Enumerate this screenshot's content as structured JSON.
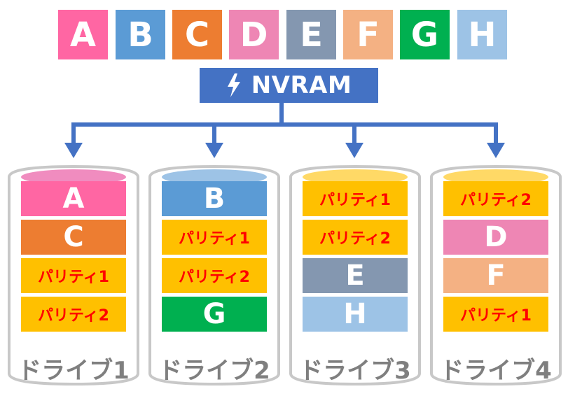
{
  "top_blocks": [
    {
      "label": "A",
      "color": "#ff66a3"
    },
    {
      "label": "B",
      "color": "#5b9bd5"
    },
    {
      "label": "C",
      "color": "#ed7d31"
    },
    {
      "label": "D",
      "color": "#ee86b4"
    },
    {
      "label": "E",
      "color": "#8497b0"
    },
    {
      "label": "F",
      "color": "#f4b183"
    },
    {
      "label": "G",
      "color": "#00b050"
    },
    {
      "label": "H",
      "color": "#9dc3e6"
    }
  ],
  "nvram": {
    "label": "NVRAM",
    "icon": "lightning-icon",
    "color": "#4472c4"
  },
  "arrow_color": "#4472c4",
  "parity_color": "#ffc000",
  "parity_text_color": "#ff0000",
  "drives": [
    {
      "label": "ドライブ1",
      "cap_color": "#f08cbf",
      "layers": [
        {
          "text": "A",
          "kind": "letter",
          "color": "#ff66a3"
        },
        {
          "text": "C",
          "kind": "letter",
          "color": "#ed7d31"
        },
        {
          "text": "パリティ1",
          "kind": "parity"
        },
        {
          "text": "パリティ2",
          "kind": "parity"
        }
      ]
    },
    {
      "label": "ドライブ2",
      "cap_color": "#9dc3e6",
      "layers": [
        {
          "text": "B",
          "kind": "letter",
          "color": "#5b9bd5"
        },
        {
          "text": "パリティ1",
          "kind": "parity"
        },
        {
          "text": "パリティ2",
          "kind": "parity"
        },
        {
          "text": "G",
          "kind": "letter",
          "color": "#00b050"
        }
      ]
    },
    {
      "label": "ドライブ3",
      "cap_color": "#ffd966",
      "layers": [
        {
          "text": "パリティ1",
          "kind": "parity"
        },
        {
          "text": "パリティ2",
          "kind": "parity"
        },
        {
          "text": "E",
          "kind": "letter",
          "color": "#8497b0"
        },
        {
          "text": "H",
          "kind": "letter",
          "color": "#9dc3e6"
        }
      ]
    },
    {
      "label": "ドライブ4",
      "cap_color": "#ffd966",
      "layers": [
        {
          "text": "パリティ2",
          "kind": "parity"
        },
        {
          "text": "D",
          "kind": "letter",
          "color": "#ee86b4"
        },
        {
          "text": "F",
          "kind": "letter",
          "color": "#f4b183"
        },
        {
          "text": "パリティ1",
          "kind": "parity"
        }
      ]
    }
  ]
}
